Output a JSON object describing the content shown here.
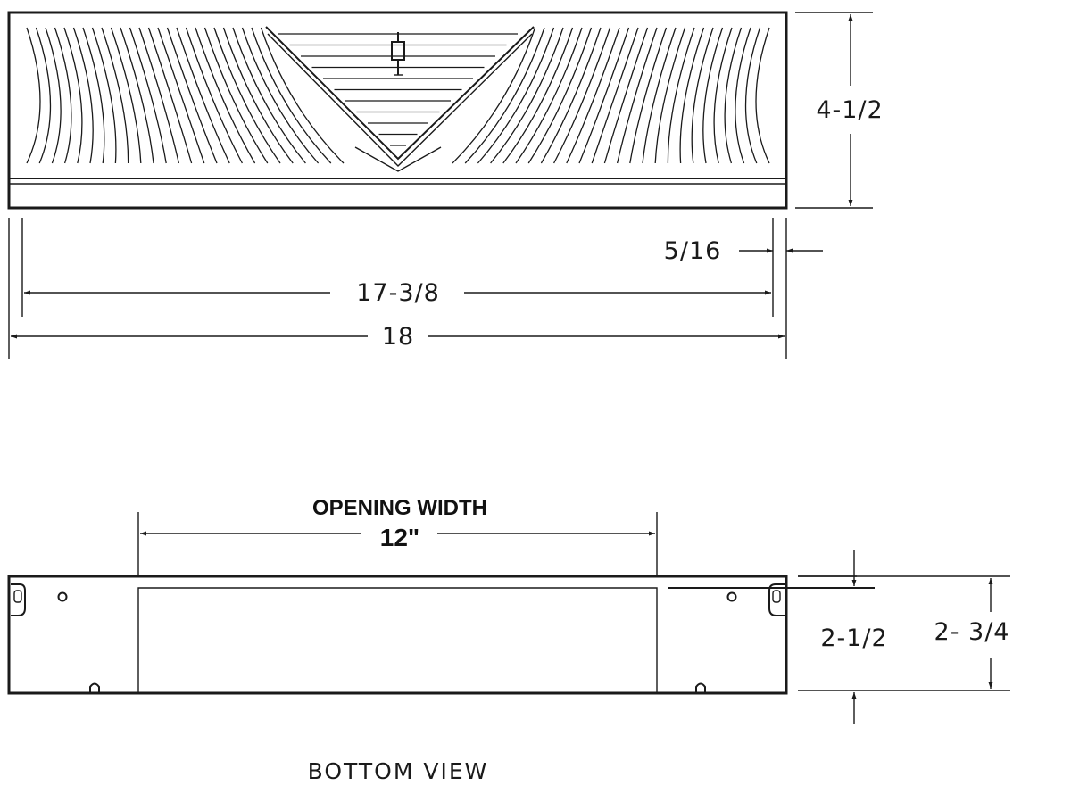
{
  "dimensions": {
    "height_outer": "4-1/2",
    "flange_offset": "5/16",
    "inner_width": "17-3/8",
    "overall_width": "18",
    "opening_label": "OPENING WIDTH",
    "opening_value": "12\"",
    "depth_inner": "2-1/2",
    "depth_outer": "2- 3/4"
  },
  "captions": {
    "bottom_view": "BOTTOM  VIEW"
  }
}
